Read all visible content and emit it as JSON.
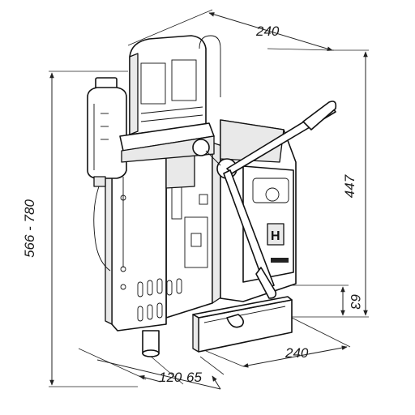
{
  "dimensions": {
    "top_width": "240",
    "overall_height": "566 - 780",
    "motor_height": "447",
    "base_height": "63",
    "base_width": "240",
    "base_depth_left": "120",
    "base_depth_right": "65"
  },
  "colors": {
    "line": "#111111",
    "fill": "#ffffff",
    "shade": "#e9e9e9"
  }
}
